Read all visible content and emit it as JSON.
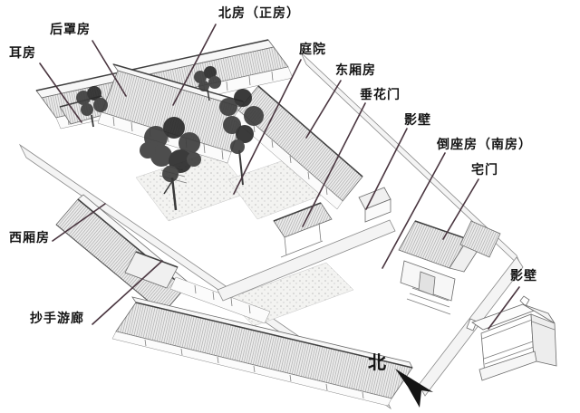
{
  "labels": [
    {
      "id": "er-fang",
      "text": "耳房"
    },
    {
      "id": "houzhao-fang",
      "text": "后罩房"
    },
    {
      "id": "beifang-zhengfang",
      "text": "北房（正房）"
    },
    {
      "id": "tingyuan",
      "text": "庭院"
    },
    {
      "id": "dong-xiangfang",
      "text": "东厢房"
    },
    {
      "id": "chuihua-men",
      "text": "垂花门"
    },
    {
      "id": "yingbi-inner",
      "text": "影壁"
    },
    {
      "id": "daozuofang-nanfang",
      "text": "倒座房（南房）"
    },
    {
      "id": "zhai-men",
      "text": "宅门"
    },
    {
      "id": "yingbi-outer",
      "text": "影壁"
    },
    {
      "id": "xi-xiangfang",
      "text": "西厢房"
    },
    {
      "id": "chaoshou-youlang",
      "text": "抄手游廊"
    }
  ],
  "compass": {
    "label": "北"
  },
  "colors": {
    "background": "#ffffff",
    "label_text": "#141414",
    "leader_line": "#4a3640",
    "ink": "#666666",
    "arrow": "#141414"
  }
}
